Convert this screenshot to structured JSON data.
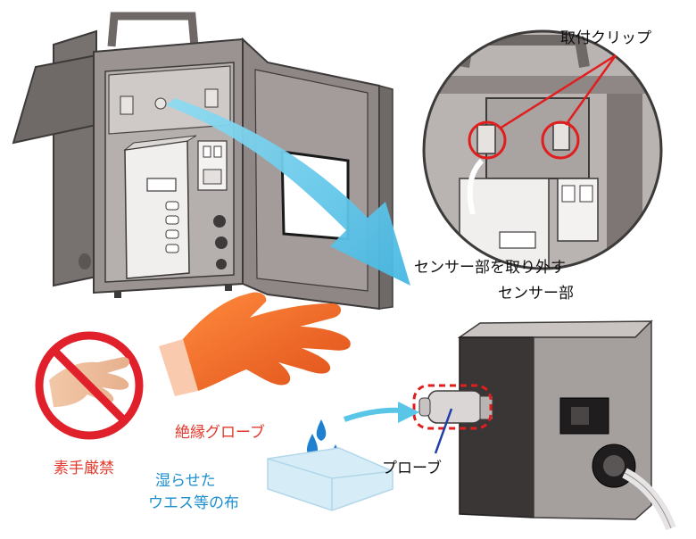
{
  "labels": {
    "clip": "取付クリップ",
    "remove_sensor_line1": "センサー部を取り外す",
    "remove_sensor_line2": "センサー部",
    "insulated_glove": "絶縁グローブ",
    "bare_hand_prohibited": "素手厳禁",
    "wet_cloth_line1": "湿らせた",
    "wet_cloth_line2": "ウエス等の布",
    "probe": "プローブ"
  },
  "colors": {
    "arrow": "#59c6e8",
    "highlight": "#e01e1e",
    "glove": "#f26522",
    "cloth": "#d6edf7",
    "water": "#1f7fd0",
    "prohibit": "#e0202a",
    "cabinet": "#8d8583"
  }
}
